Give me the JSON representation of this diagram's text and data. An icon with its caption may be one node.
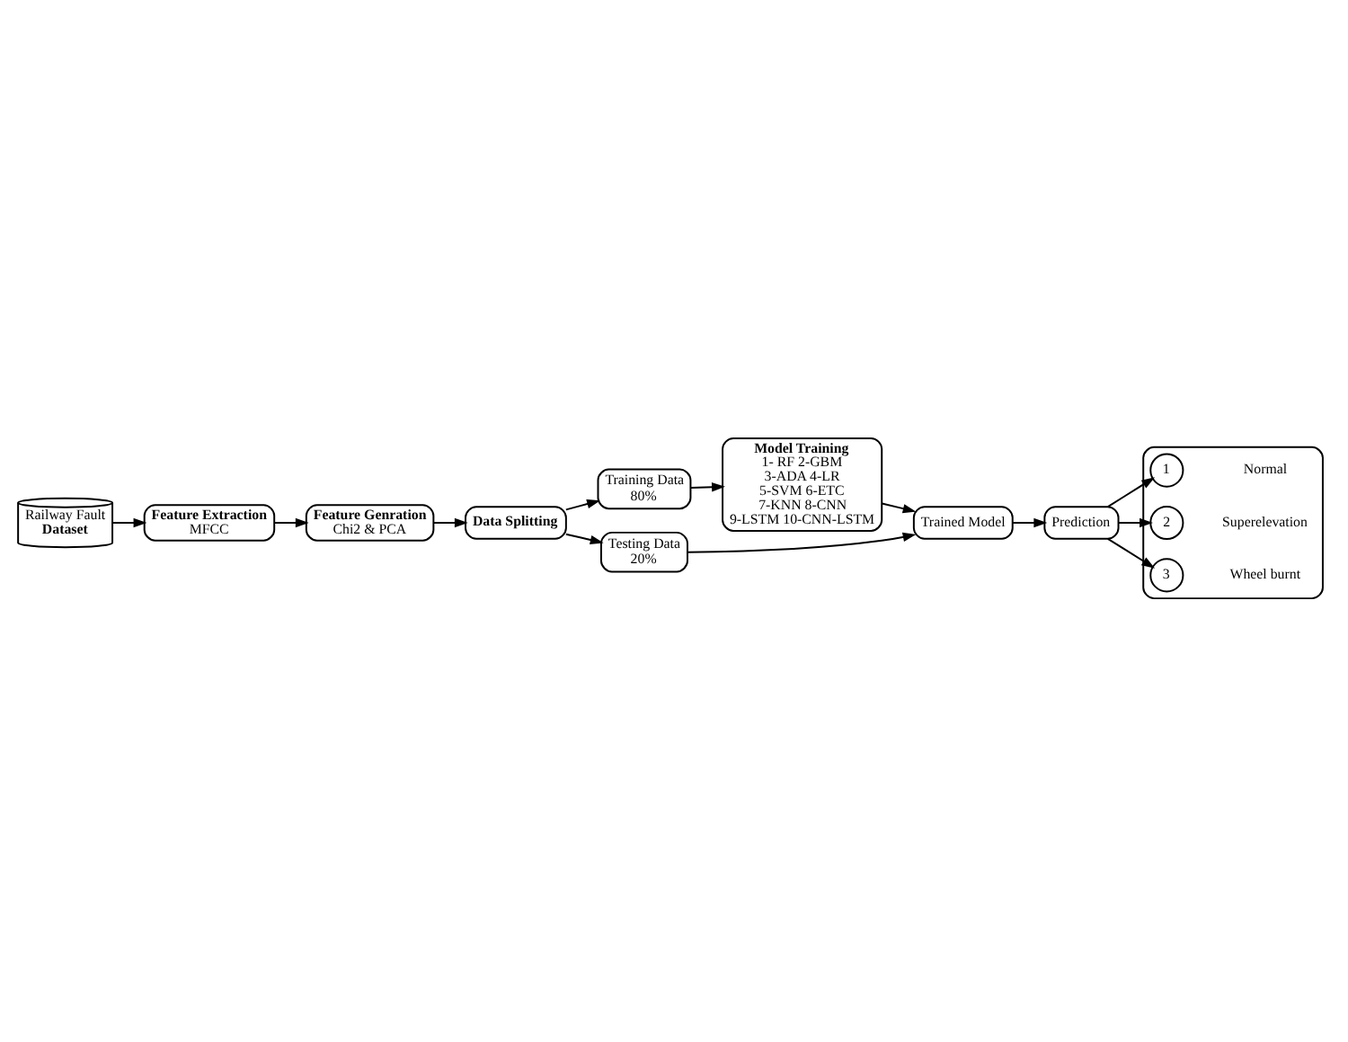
{
  "diagram": {
    "nodes": [
      {
        "text": [
          "Railway Fault",
          "Dataset"
        ]
      },
      {
        "text": [
          "Feature Extraction",
          "MFCC"
        ]
      },
      {
        "text": [
          "Feature Genration",
          "Chi2 & PCA"
        ]
      },
      {
        "text": [
          "Data Splitting"
        ]
      },
      {
        "text": [
          "Training Data",
          "80%"
        ]
      },
      {
        "text": [
          "Testing Data",
          "20%"
        ]
      },
      {
        "text": [
          "Model Training",
          "1- RF 2-GBM 3-ADA 4-LR 5-SVM 6-ETC 7-KNN 8-CNN 9-LSTM 10-CNN-LSTM"
        ]
      },
      {
        "text": [
          "Trained Model"
        ]
      },
      {
        "text": [
          "Prediction"
        ]
      },
      {
        "text": [],
        "shape": "box"
      },
      {
        "text": [
          "1"
        ],
        "in": 9,
        "beside": [
          "Normal"
        ]
      },
      {
        "text": [
          "2"
        ],
        "in": 9,
        "beside": [
          "Superelevation"
        ]
      },
      {
        "text": [
          "3"
        ],
        "in": 9,
        "beside": [
          "Wheel burnt"
        ]
      }
    ],
    "edges": [
      {
        "from": 0,
        "to": 1,
        "arrow": "to"
      },
      {
        "from": 1,
        "to": 2,
        "arrow": "to"
      },
      {
        "from": 2,
        "to": 3,
        "arrow": "to"
      },
      {
        "from": 3,
        "to": 4,
        "arrow": "to"
      },
      {
        "from": 3,
        "to": 5,
        "arrow": "to"
      },
      {
        "from": 4,
        "to": 6,
        "arrow": "to"
      },
      {
        "from": 6,
        "to": 7,
        "arrow": "to"
      },
      {
        "from": 5,
        "to": 7,
        "arrow": "to"
      },
      {
        "from": 7,
        "to": 8,
        "arrow": "to"
      },
      {
        "from": 8,
        "to": 10,
        "arrow": "to"
      },
      {
        "from": 8,
        "to": 11,
        "arrow": "to"
      },
      {
        "from": 8,
        "to": 12,
        "arrow": "to"
      }
    ]
  }
}
